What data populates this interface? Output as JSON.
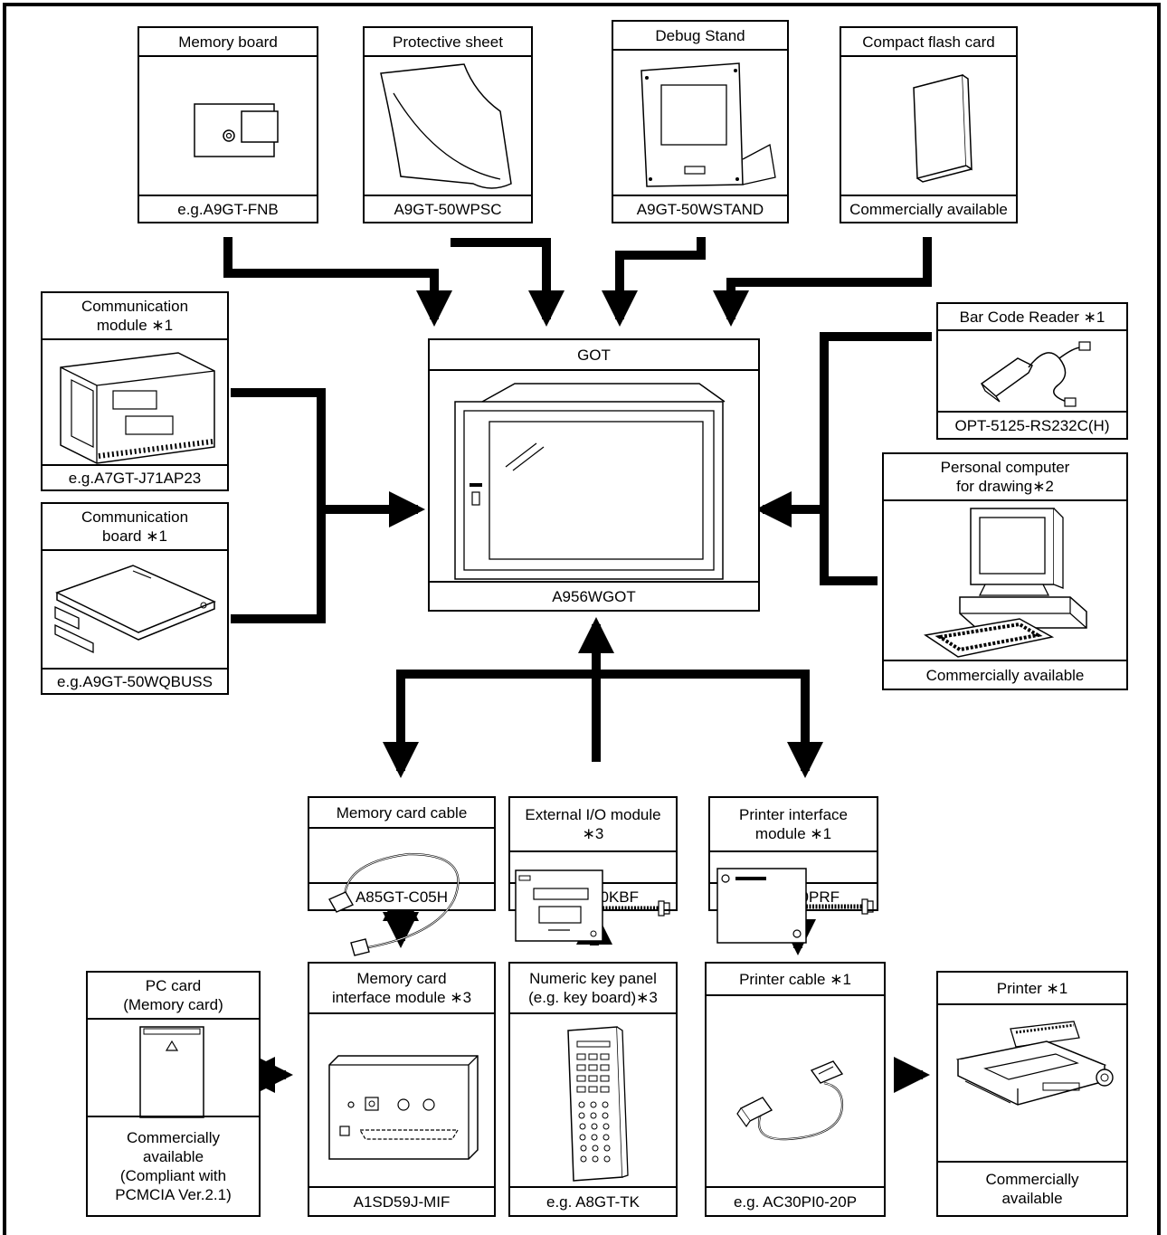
{
  "devices": {
    "memory_board": {
      "title": "Memory board",
      "model": "e.g.A9GT-FNB",
      "icon": "memory-board-icon"
    },
    "protective_sheet": {
      "title": "Protective sheet",
      "model": "A9GT-50WPSC",
      "icon": "protective-sheet-icon"
    },
    "debug_stand": {
      "title": "Debug Stand",
      "model": "A9GT-50WSTAND",
      "icon": "debug-stand-icon"
    },
    "cf_card": {
      "title": "Compact flash card",
      "model": "Commercially available",
      "icon": "compact-flash-icon"
    },
    "comm_module": {
      "title": "Communication\n module ∗1",
      "model": "e.g.A7GT-J71AP23",
      "icon": "communication-module-icon"
    },
    "comm_board": {
      "title": "Communication\n board ∗1",
      "model": "e.g.A9GT-50WQBUSS",
      "icon": "communication-board-icon"
    },
    "got": {
      "title": "GOT",
      "model": "A956WGOT",
      "icon": "got-display-icon"
    },
    "barcode": {
      "title": "Bar Code Reader ∗1",
      "model": "OPT-5125-RS232C(H)",
      "icon": "barcode-reader-icon"
    },
    "pc": {
      "title": "Personal computer\nfor drawing∗2",
      "model": "Commercially available",
      "icon": "personal-computer-icon"
    },
    "mem_card_cable": {
      "title": "Memory card cable",
      "model": "A85GT-C05H",
      "icon": "cable-icon"
    },
    "ext_io": {
      "title": "External I/O module\n∗3",
      "model": "A8GT-50KBF",
      "icon": "io-module-icon"
    },
    "printer_if": {
      "title": "Printer interface\n module ∗1",
      "model": "A9GT-50PRF",
      "icon": "printer-interface-icon"
    },
    "pc_card": {
      "title": "PC card\n(Memory card)",
      "model": "Commercially\navailable\n(Compliant with\nPCMCIA Ver.2.1)",
      "icon": "pc-card-icon"
    },
    "mem_card_if": {
      "title": "Memory card\ninterface module ∗3",
      "model": "A1SD59J-MIF",
      "icon": "memory-card-interface-icon"
    },
    "keypad": {
      "title": "Numeric key panel\n(e.g. key board)∗3",
      "model": "e.g. A8GT-TK",
      "icon": "keypad-icon"
    },
    "printer_cable": {
      "title": "Printer cable ∗1",
      "model": "e.g. AC30PI0-20P",
      "icon": "printer-cable-icon"
    },
    "printer": {
      "title": "Printer ∗1",
      "model": "Commercially\navailable",
      "icon": "printer-icon"
    }
  }
}
